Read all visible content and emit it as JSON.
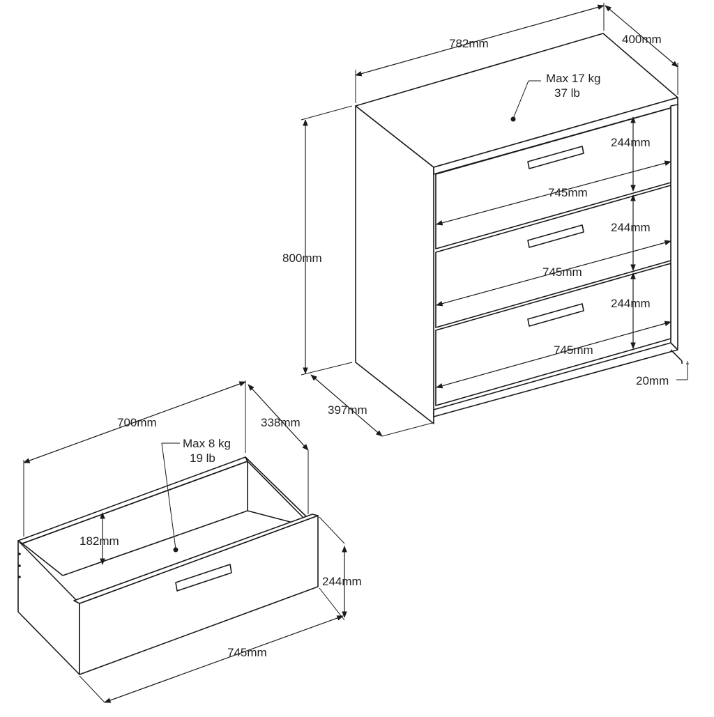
{
  "chest": {
    "width": "782mm",
    "depth_top": "400mm",
    "height": "800mm",
    "depth_bottom": "397mm",
    "plinth": "20mm",
    "load_kg": "Max 17 kg",
    "load_lb": "37 lb",
    "drawers": [
      {
        "height": "244mm",
        "width": "745mm"
      },
      {
        "height": "244mm",
        "width": "745mm"
      },
      {
        "height": "244mm",
        "width": "745mm"
      }
    ]
  },
  "drawer": {
    "width": "700mm",
    "depth": "338mm",
    "load_kg": "Max 8 kg",
    "load_lb": "19 lb",
    "inner_height": "182mm",
    "front_height": "244mm",
    "front_width": "745mm"
  }
}
